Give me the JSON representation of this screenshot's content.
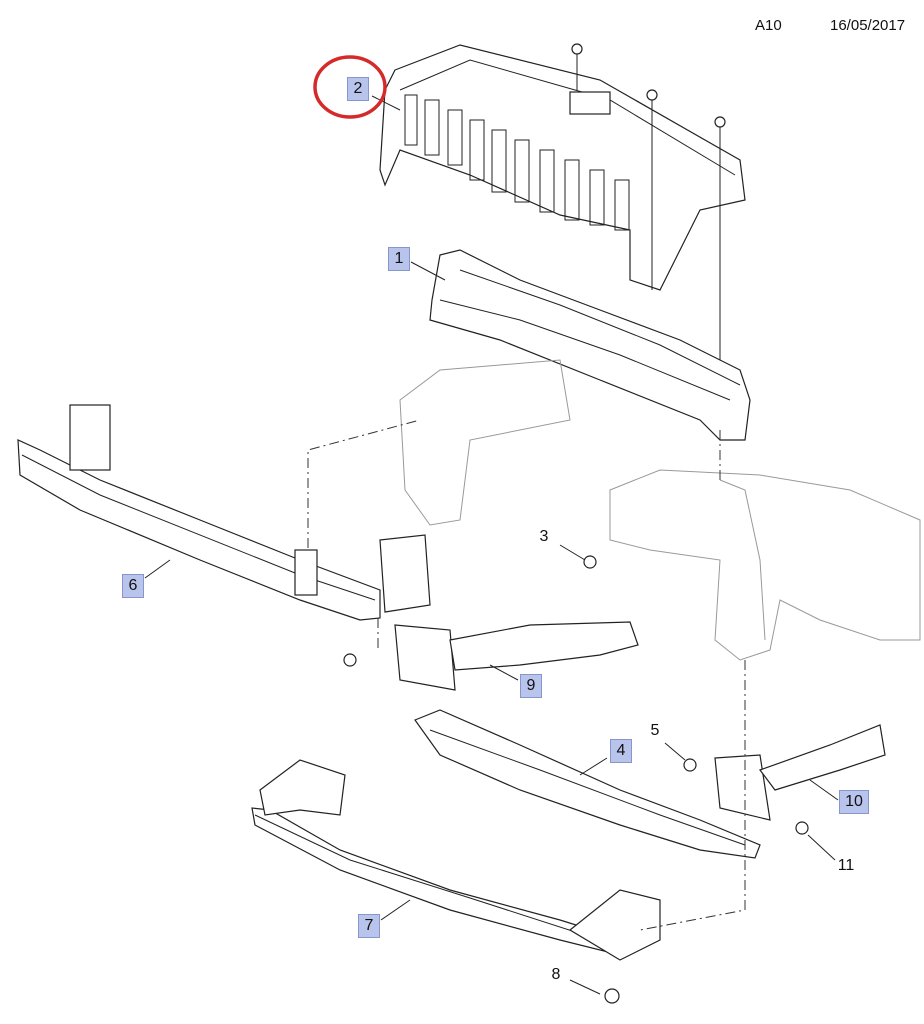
{
  "header": {
    "page_code": "A10",
    "date": "16/05/2017"
  },
  "callouts": [
    {
      "id": "2",
      "highlighted": true,
      "boxed": true
    },
    {
      "id": "1",
      "boxed": true
    },
    {
      "id": "3",
      "boxed": false
    },
    {
      "id": "6",
      "boxed": true
    },
    {
      "id": "9",
      "boxed": true
    },
    {
      "id": "5",
      "boxed": false
    },
    {
      "id": "4",
      "boxed": true
    },
    {
      "id": "10",
      "boxed": true
    },
    {
      "id": "11",
      "boxed": false
    },
    {
      "id": "7",
      "boxed": true
    },
    {
      "id": "8",
      "boxed": false
    }
  ],
  "colors": {
    "label_fill": "#b9c4ec",
    "label_border": "#8796cc",
    "highlight_circle": "#d42a2a"
  }
}
